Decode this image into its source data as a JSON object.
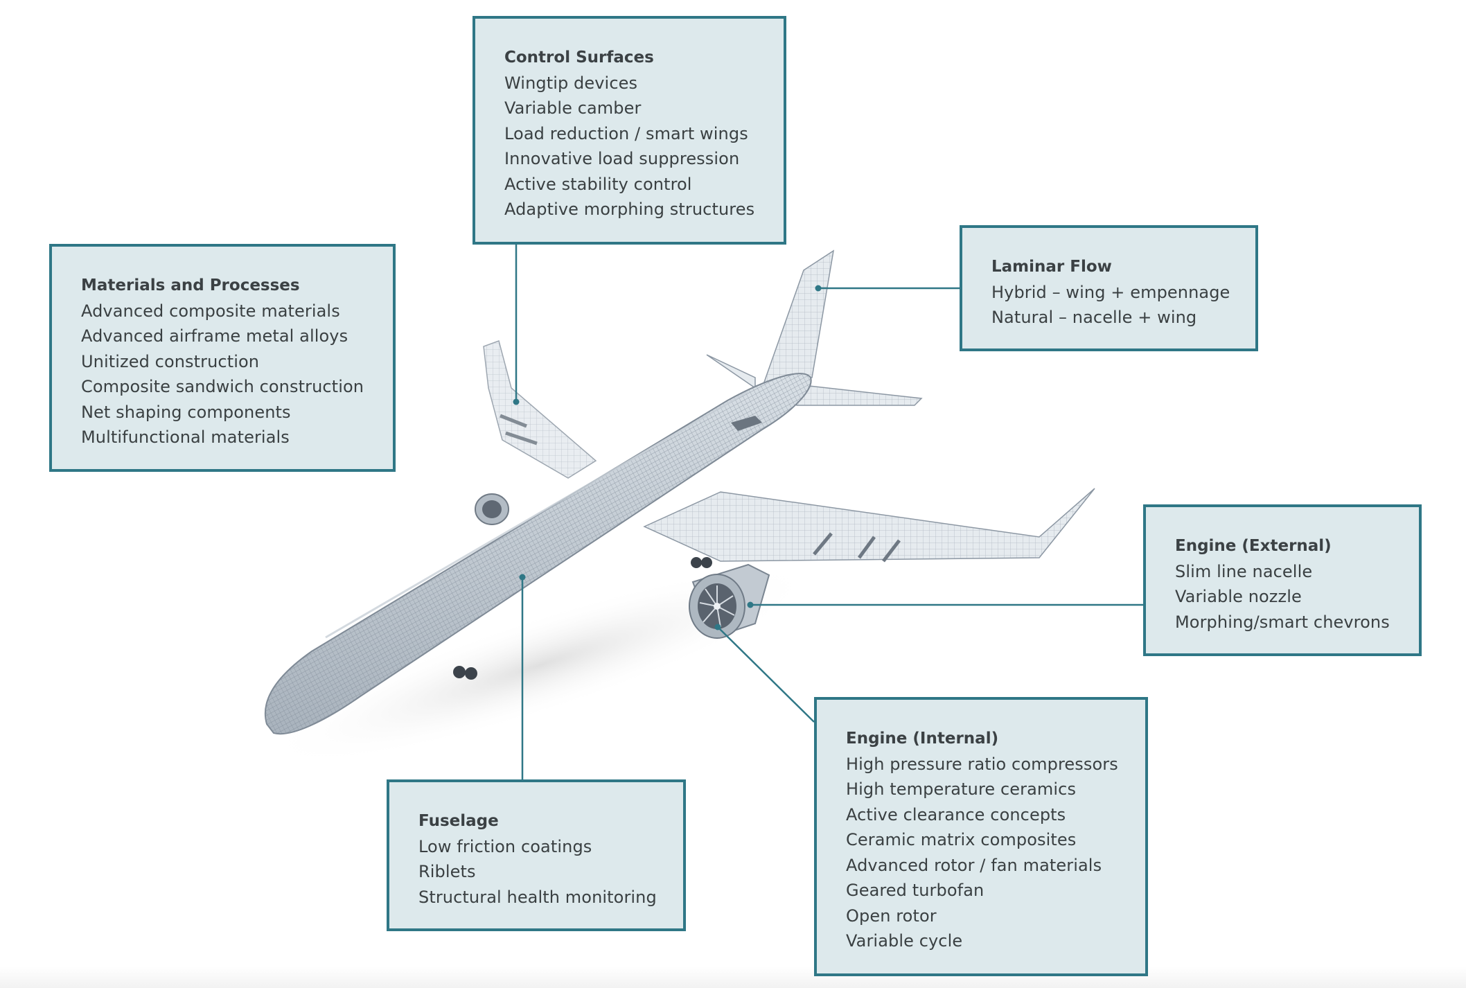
{
  "colors": {
    "box_fill": "#dde9ec",
    "box_border": "#2f7786",
    "leader_line": "#2f7786",
    "text": "#3a4042",
    "wireframe": "#8f9ba8"
  },
  "image": "wireframe-airliner-illustration",
  "callouts": [
    {
      "id": "control-surfaces",
      "title": "Control Surfaces",
      "items": [
        "Wingtip devices",
        "Variable camber",
        "Load reduction / smart wings",
        "Innovative load suppression",
        "Active stability control",
        "Adaptive morphing structures"
      ]
    },
    {
      "id": "materials-and-processes",
      "title": "Materials and Processes",
      "items": [
        "Advanced composite materials",
        "Advanced airframe metal alloys",
        "Unitized construction",
        "Composite sandwich construction",
        "Net shaping components",
        "Multifunctional materials"
      ]
    },
    {
      "id": "laminar-flow",
      "title": "Laminar Flow",
      "items": [
        "Hybrid – wing + empennage",
        "Natural – nacelle + wing"
      ]
    },
    {
      "id": "engine-external",
      "title": "Engine (External)",
      "items": [
        "Slim line nacelle",
        "Variable nozzle",
        "Morphing/smart chevrons"
      ]
    },
    {
      "id": "engine-internal",
      "title": "Engine (Internal)",
      "items": [
        "High pressure ratio compressors",
        "High temperature ceramics",
        "Active clearance concepts",
        "Ceramic matrix composites",
        "Advanced rotor / fan materials",
        "Geared turbofan",
        "Open rotor",
        "Variable cycle"
      ]
    },
    {
      "id": "fuselage",
      "title": "Fuselage",
      "items": [
        "Low friction coatings",
        "Riblets",
        "Structural health monitoring"
      ]
    }
  ]
}
